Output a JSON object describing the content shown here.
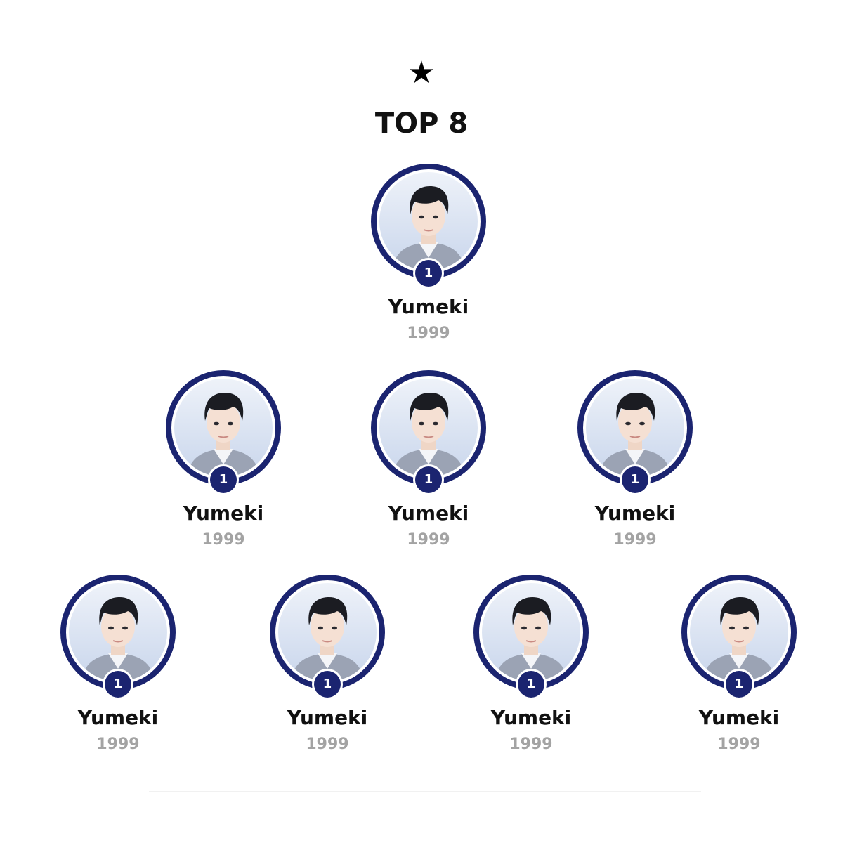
{
  "header": {
    "star_symbol": "★",
    "title": "TOP 8"
  },
  "colors": {
    "ring": "#1b2470",
    "badge": "#1b2470",
    "year_text": "#a3a3a3",
    "photo_background": "#d6e0f2"
  },
  "trainees": [
    {
      "name": "Yumeki",
      "year": "1999",
      "rank": "1"
    },
    {
      "name": "Yumeki",
      "year": "1999",
      "rank": "1"
    },
    {
      "name": "Yumeki",
      "year": "1999",
      "rank": "1"
    },
    {
      "name": "Yumeki",
      "year": "1999",
      "rank": "1"
    },
    {
      "name": "Yumeki",
      "year": "1999",
      "rank": "1"
    },
    {
      "name": "Yumeki",
      "year": "1999",
      "rank": "1"
    },
    {
      "name": "Yumeki",
      "year": "1999",
      "rank": "1"
    },
    {
      "name": "Yumeki",
      "year": "1999",
      "rank": "1"
    }
  ]
}
